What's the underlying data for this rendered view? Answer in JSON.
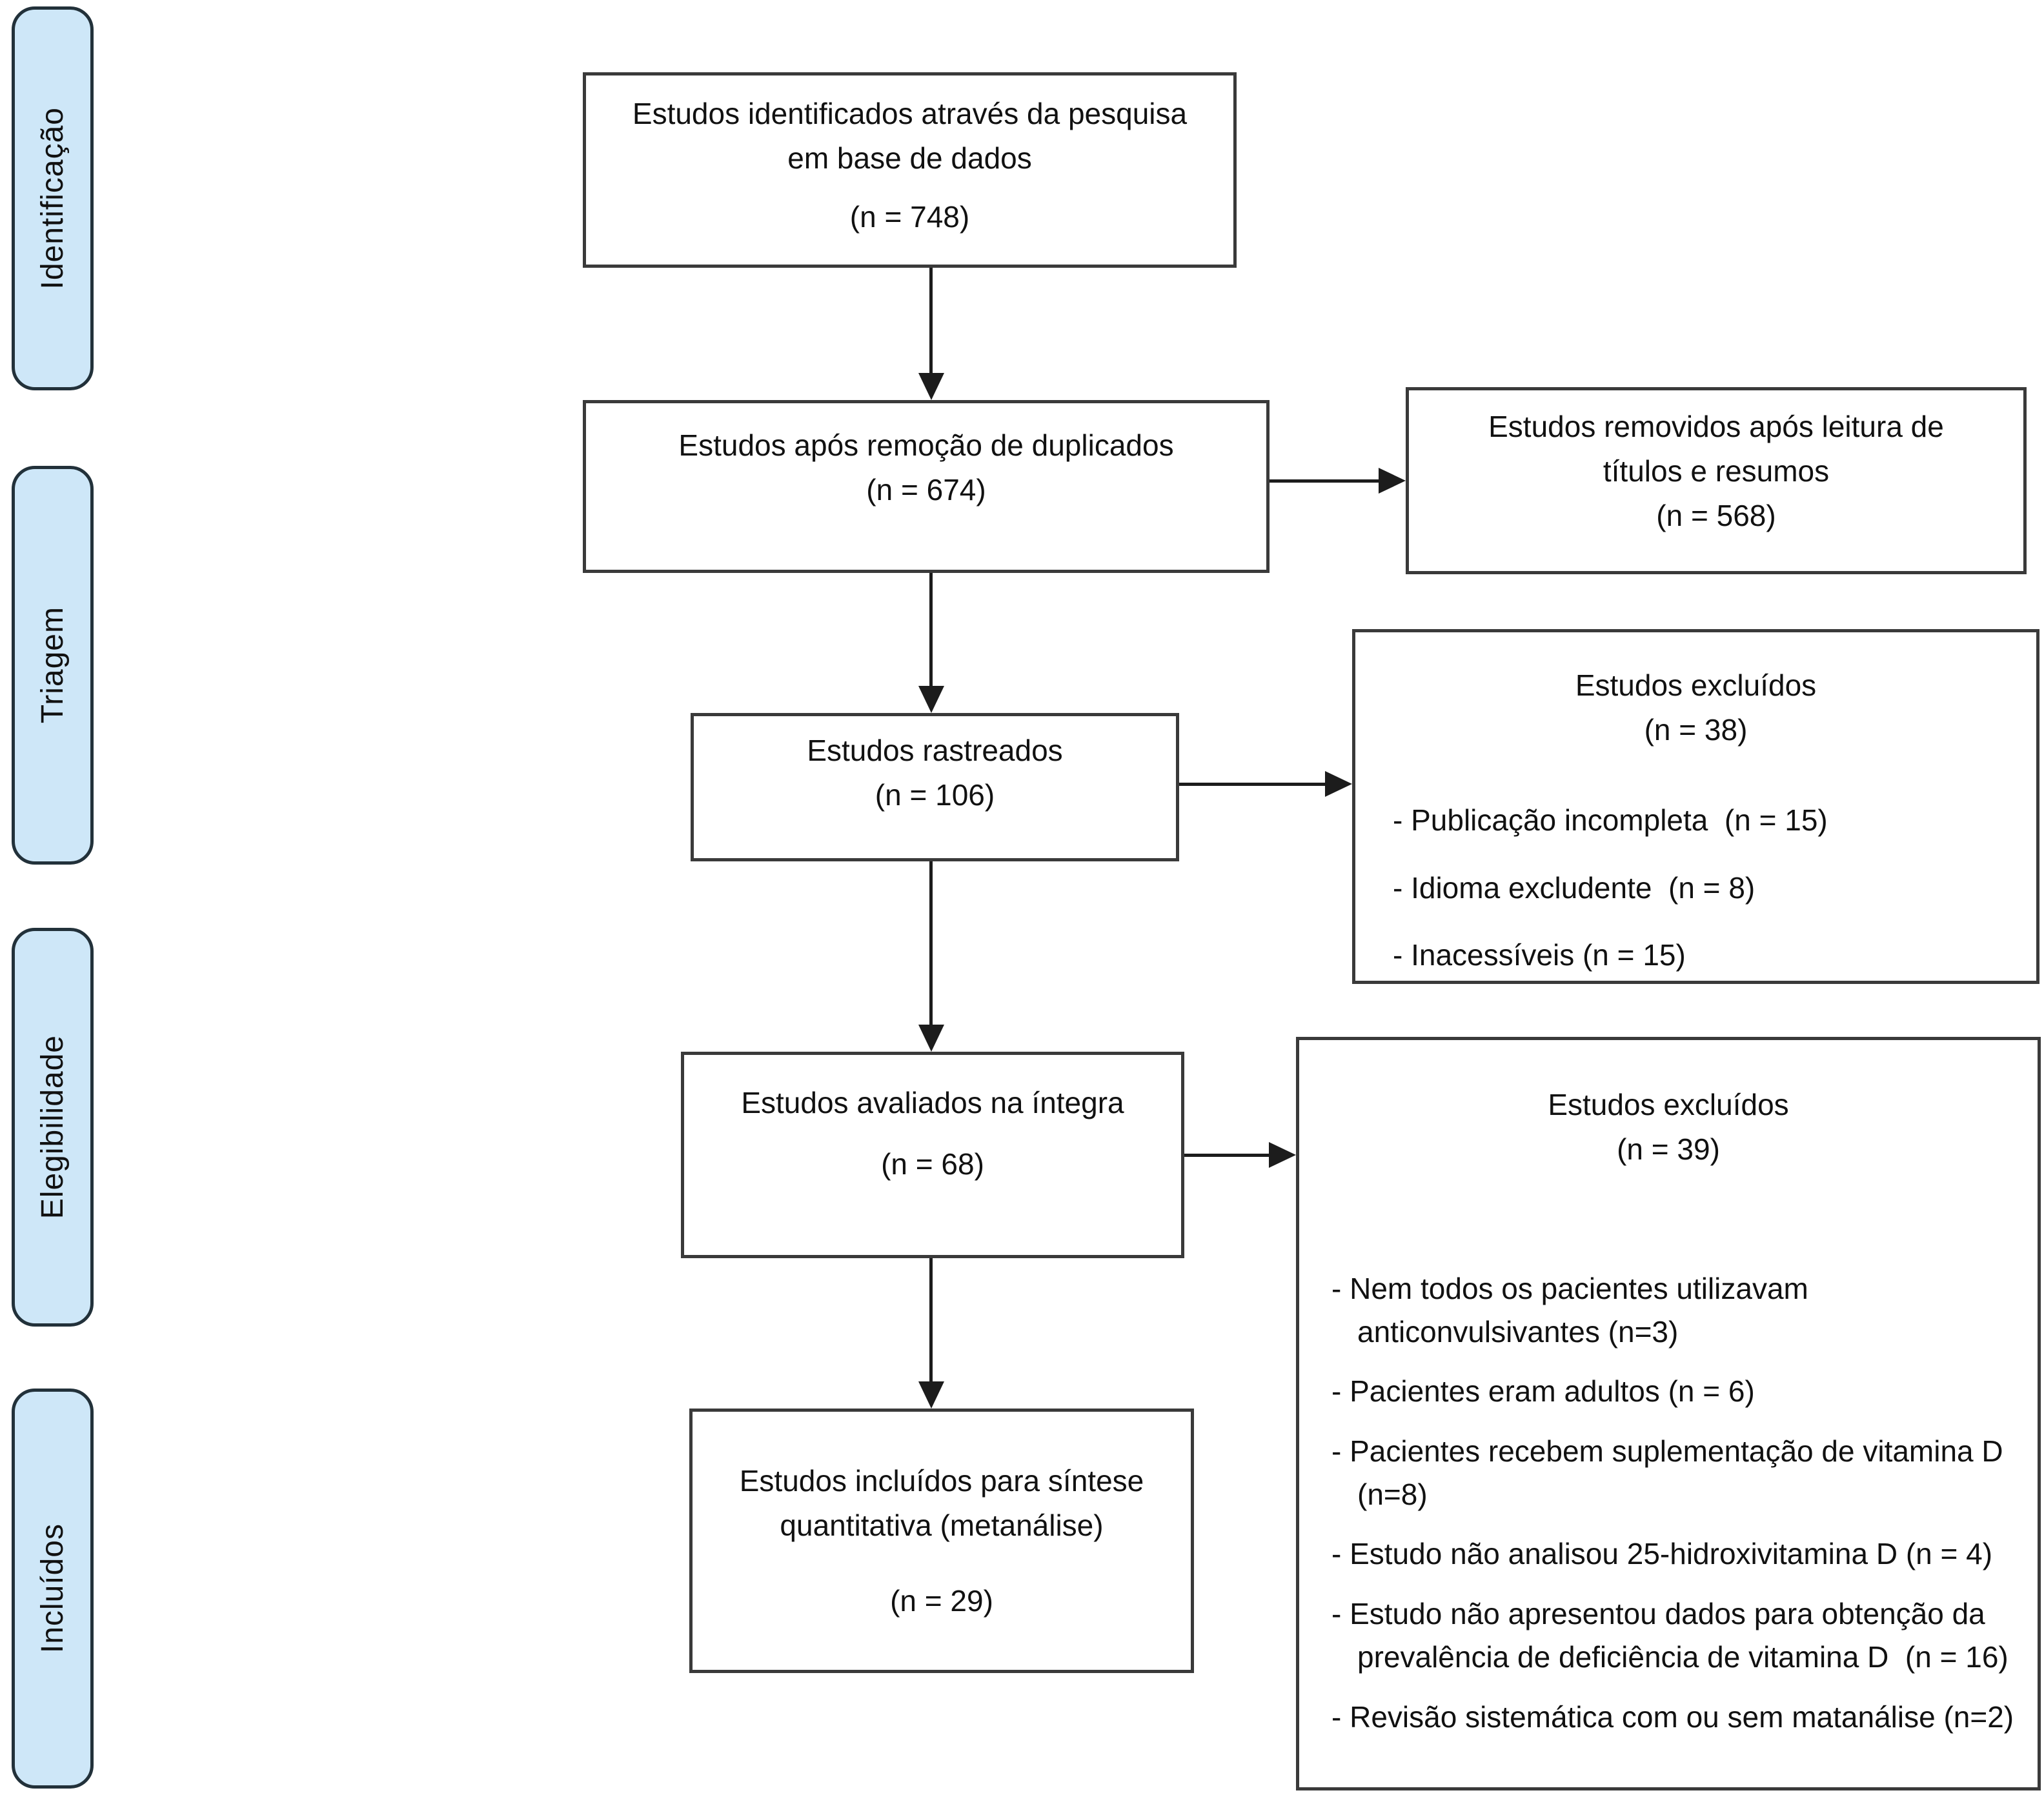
{
  "colors": {
    "stage_fill": "#cee7f8",
    "stage_border": "#22313a",
    "box_border": "#3a3a3a",
    "arrow": "#1c1c1c",
    "text": "#111111",
    "background": "#ffffff"
  },
  "stages": [
    {
      "id": "identificacao",
      "label": "Identificação"
    },
    {
      "id": "triagem",
      "label": "Triagem"
    },
    {
      "id": "elegibilidade",
      "label": "Elegibilidade"
    },
    {
      "id": "incluidos",
      "label": "Incluídos"
    }
  ],
  "boxes": {
    "identified": {
      "line1": "Estudos identificados através da pesquisa",
      "line2": "em base de dados",
      "count": "(n = 748)"
    },
    "deduplicated": {
      "line1": "Estudos após remoção de duplicados",
      "count": "(n = 674)"
    },
    "removed_after_reading": {
      "line1": "Estudos removidos após leitura de",
      "line2": "títulos e resumos",
      "count": "(n = 568)"
    },
    "screened": {
      "line1": "Estudos rastreados",
      "count": "(n = 106)"
    },
    "excluded_screening": {
      "title": "Estudos excluídos",
      "count": "(n = 38)",
      "items": [
        "- Publicação incompleta  (n = 15)",
        "- Idioma excludente  (n = 8)",
        "- Inacessíveis (n = 15)"
      ]
    },
    "full_text": {
      "line1": "Estudos avaliados na íntegra",
      "count": "(n = 68)"
    },
    "excluded_full_text": {
      "title": "Estudos excluídos",
      "count": "(n = 39)",
      "items": [
        "- Nem todos os pacientes utilizavam anticonvulsivantes (n=3)",
        "- Pacientes eram adultos (n = 6)",
        "- Pacientes recebem suplementação de vitamina D (n=8)",
        "- Estudo não analisou 25-hidroxivitamina D (n = 4)",
        "- Estudo não apresentou dados para obtenção da prevalência de deficiência de vitamina D  (n = 16)",
        "- Revisão sistemática com ou sem matanálise (n=2)"
      ]
    },
    "included_meta": {
      "line1": "Estudos incluídos para síntese",
      "line2": "quantitativa (metanálise)",
      "count": "(n = 29)"
    }
  }
}
